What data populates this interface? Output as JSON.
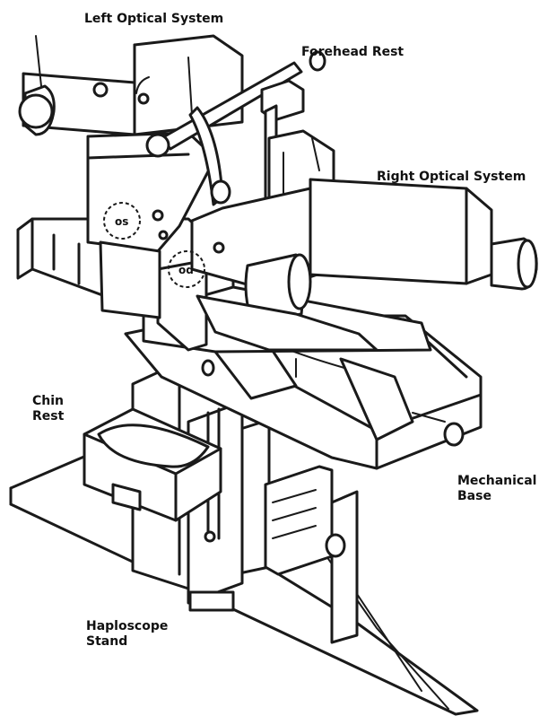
{
  "labels": {
    "left_optical_system": "Left Optical System",
    "forehead_rest": "Forehead Rest",
    "right_optical_system": "Right Optical System",
    "chin_rest_line1": "Chin",
    "chin_rest_line2": "Rest",
    "mechanical_base_line1": "Mechanical",
    "mechanical_base_line2": "Base",
    "haploscope_stand_line1": "Haploscope",
    "haploscope_stand_line2": "Stand",
    "eye_left": "os",
    "eye_right": "od"
  }
}
